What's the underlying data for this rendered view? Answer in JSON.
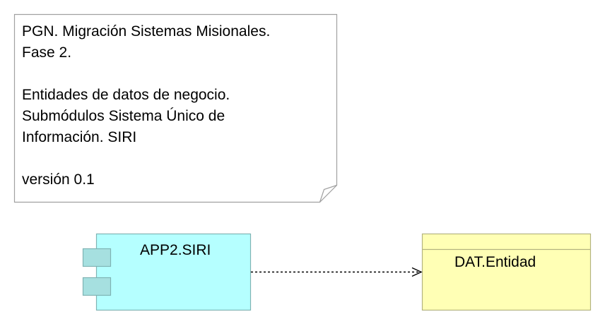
{
  "note": {
    "lines": [
      "PGN. Migración Sistemas Misionales.",
      "Fase 2.",
      "",
      "Entidades de datos de negocio.",
      "Submódulos Sistema Único de",
      "Información. SIRI",
      "",
      "versión 0.1"
    ]
  },
  "application_component": {
    "label": "APP2.SIRI"
  },
  "data_object": {
    "label": "DAT.Entidad"
  },
  "colors": {
    "note_border": "#a0a0a0",
    "note_fill": "#ffffff",
    "app_fill": "#b5ffff",
    "app_border": "#7fb3b3",
    "app_port_fill": "#a6e0e0",
    "data_fill": "#ffffb5",
    "data_border": "#b3b37f",
    "relation_line": "#000000"
  }
}
